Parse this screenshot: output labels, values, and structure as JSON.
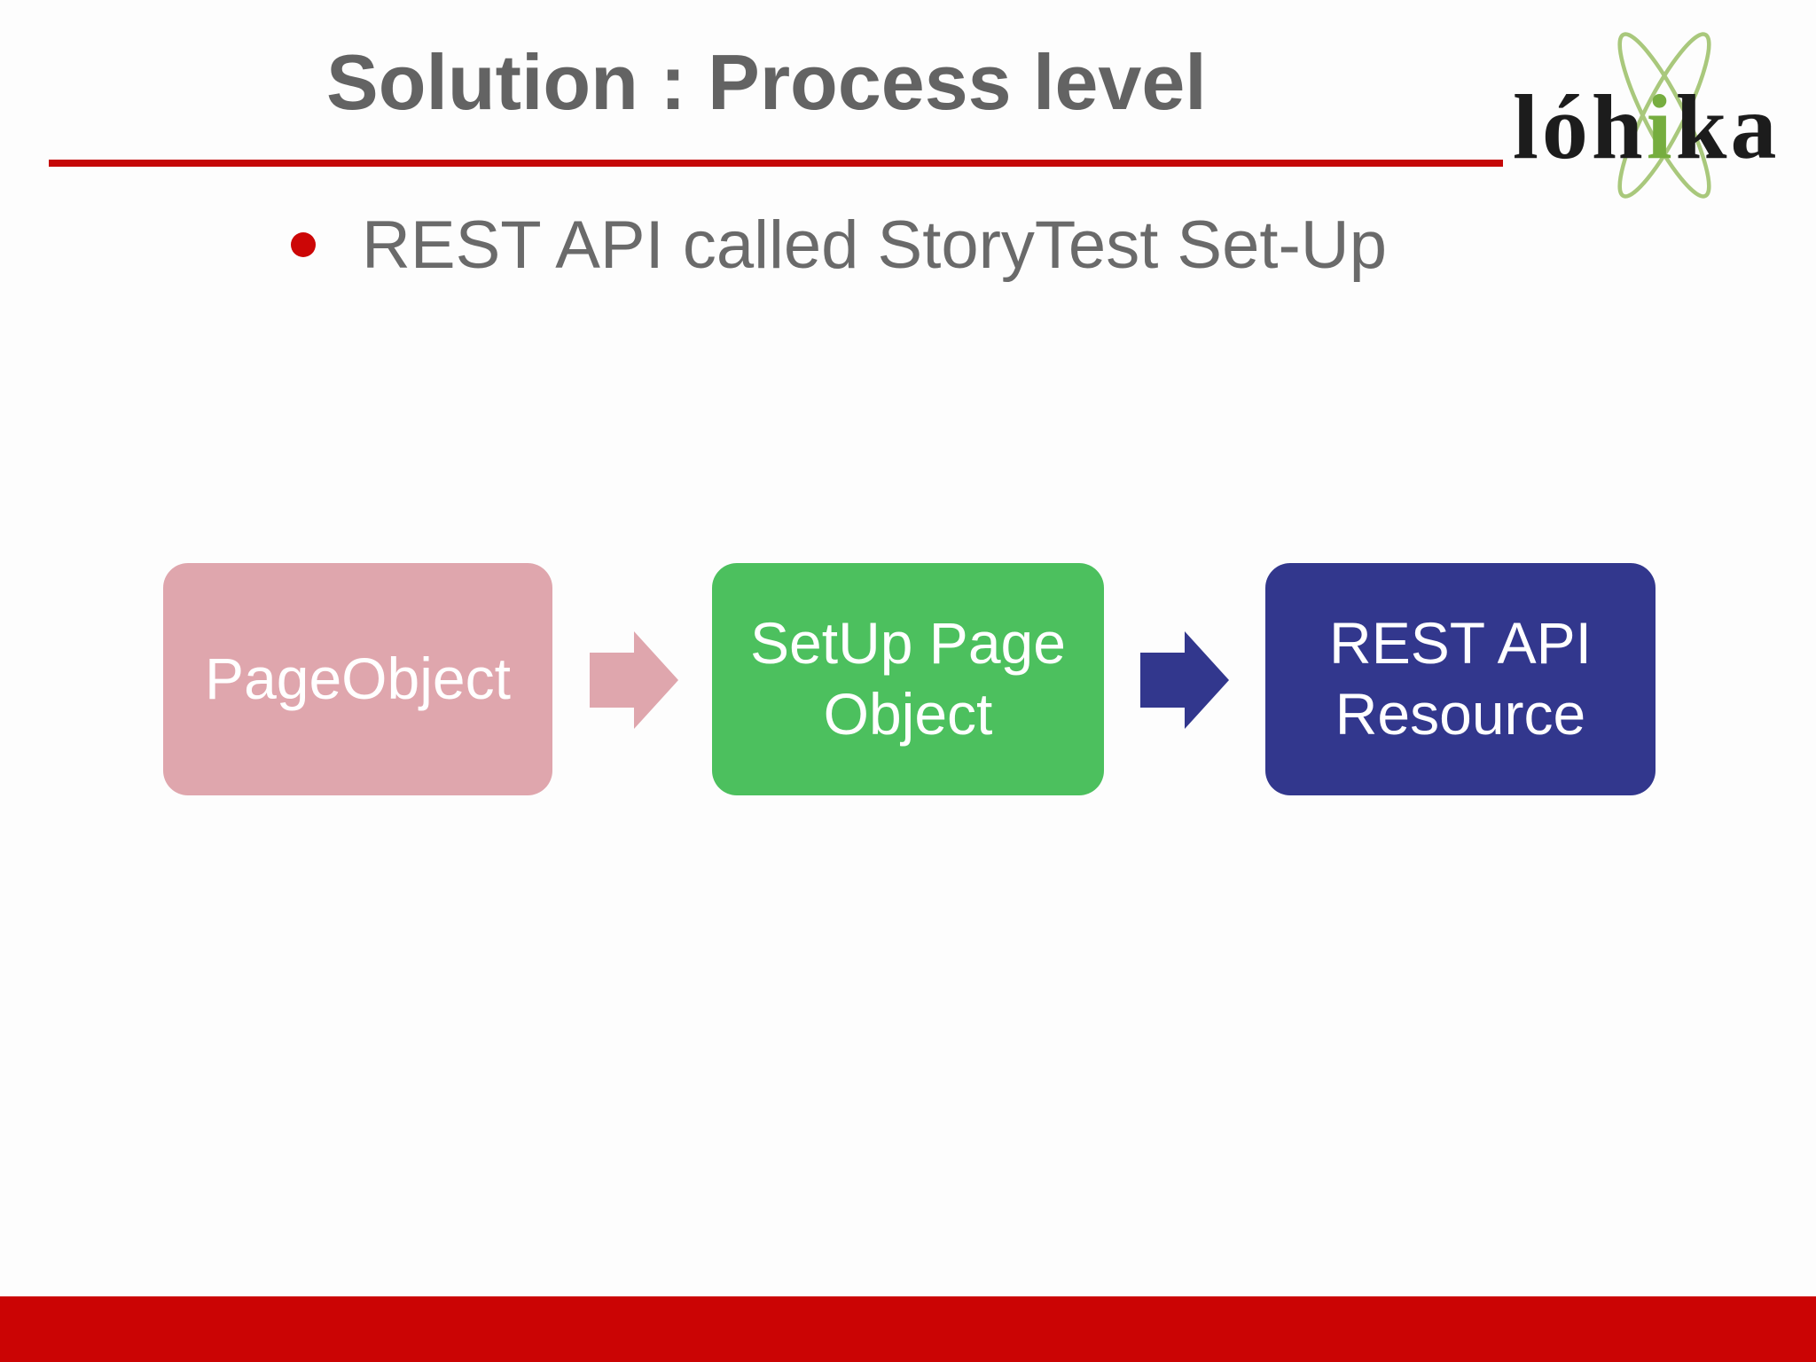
{
  "slide": {
    "title": "Solution : Process level",
    "bullet_text": "REST API called StoryTest Set-Up",
    "logo": {
      "part1": "lóh",
      "accent": "i",
      "part2": "ka"
    },
    "colors": {
      "title_gray": "#636363",
      "body_gray": "#6a6a6a",
      "rule_red": "#c50707",
      "bullet_red": "#cc0606",
      "footer_red": "#cb0404",
      "logo_black": "#1c1c1c",
      "logo_green": "#76ad3f",
      "orbit_green": "#a9c87c",
      "label_white": "#ffffff"
    },
    "diagram": {
      "nodes": [
        {
          "line1": "PageObject",
          "line2": "",
          "fill": "#dfa6ad"
        },
        {
          "line1": "SetUp Page",
          "line2": "Object",
          "fill": "#4cc05e"
        },
        {
          "line1": "REST API",
          "line2": "Resource",
          "fill": "#32378d"
        }
      ],
      "arrows": [
        {
          "fill": "#dfa6ad"
        },
        {
          "fill": "#32378d"
        }
      ]
    }
  }
}
